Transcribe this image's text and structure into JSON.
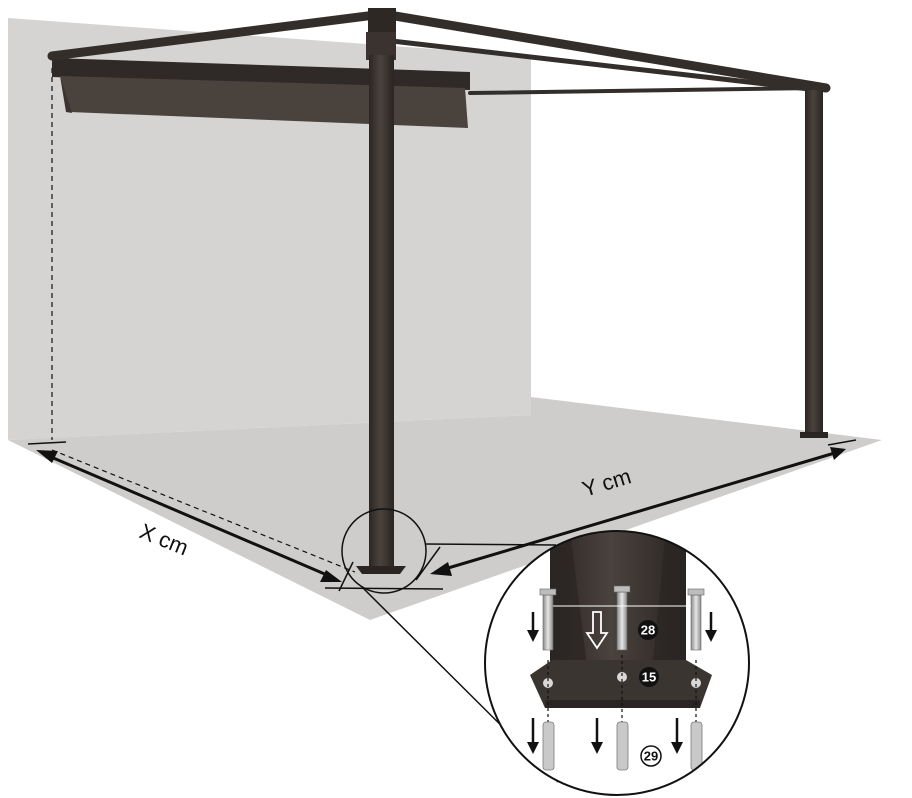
{
  "labels": {
    "width_dimension": "X cm",
    "depth_dimension": "Y cm"
  },
  "detail_parts": {
    "screw": "28",
    "washer": "15",
    "wall_plug": "29"
  },
  "colors": {
    "frame": "#3b3531",
    "frame_dark": "#2a2522",
    "wall": "#d6d4d2",
    "floor": "#cfcdcb",
    "canopy": "#4a423d"
  },
  "icons": [
    "arrow-down-icon",
    "outline-arrow-down-icon",
    "screw-icon",
    "wall-plug-icon"
  ]
}
